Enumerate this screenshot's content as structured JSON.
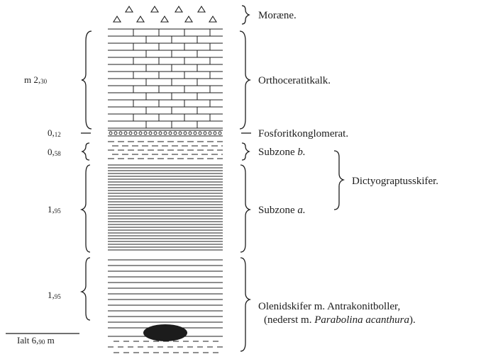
{
  "thickness_labels": {
    "top_prefix": "m 2,",
    "top_sub": "30",
    "fosforit_prefix": "0,",
    "fosforit_sub": "12",
    "subzone_b_prefix": "0,",
    "subzone_b_sub": "58",
    "subzone_a_prefix": "1,",
    "subzone_a_sub": "95",
    "olenid_prefix": "1,",
    "olenid_sub": "95",
    "total_prefix": "Ialt 6,",
    "total_sub": "90",
    "total_suffix": " m"
  },
  "layer_labels": {
    "moraene": "Moræne.",
    "orthoceratitkalk": "Orthoceratitkalk.",
    "fosforitkonglomerat": "Fosforitkonglomerat.",
    "subzone_b_prefix": "Subzone ",
    "subzone_b_letter": "b.",
    "subzone_a_prefix": "Subzone ",
    "subzone_a_letter": "a.",
    "dictyograptusskifer": "Dictyograptusskifer.",
    "olenidskifer_line1": "Olenidskifer m. Antrakonitboller,",
    "olenidskifer_line2_prefix": "(nederst m. ",
    "olenidskifer_line2_italic": "Parabolina acanthura",
    "olenidskifer_line2_suffix": ")."
  },
  "colors": {
    "ink": "#1c1c1c",
    "paper": "#ffffff"
  }
}
